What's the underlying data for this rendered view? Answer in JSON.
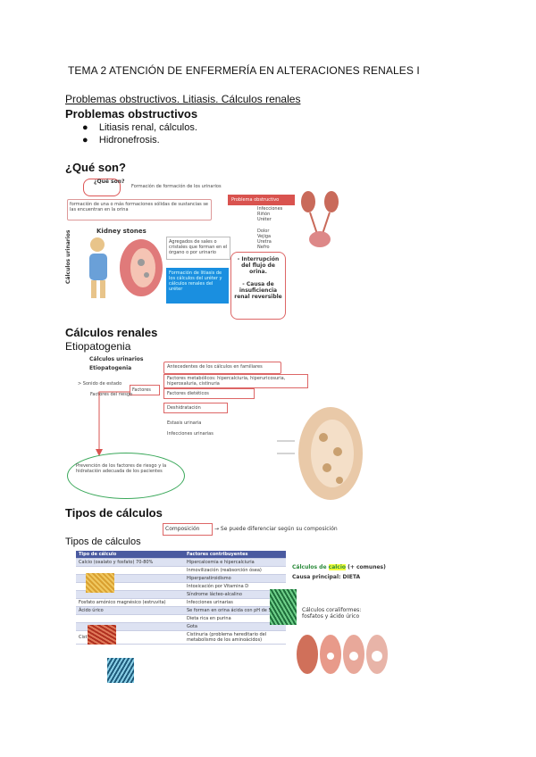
{
  "doc": {
    "title": "TEMA 2 ATENCIÓN DE ENFERMERÍA EN ALTERACIONES RENALES I",
    "subtitle": "Problemas obstructivos. Litiasis. Cálculos renales",
    "section1": "Problemas obstructivos",
    "bullets": [
      "Litiasis renal, cálculos.",
      "Hidronefrosis."
    ],
    "section2": "¿Qué son?",
    "section3": "Cálculos renales",
    "section3_sub": "Etiopatogenia",
    "section4": "Tipos de cálculos"
  },
  "fig1": {
    "que_son": "¿Qué son?",
    "arrow_text": "Formación de formación de los urinarios",
    "box_text": "formación de una o más formaciones sólidas de sustancias se las encuentran en la orina",
    "side_label": "Cálculos urinarios",
    "kidney_title": "Kidney stones",
    "desc1": "Agregados de sales o cristales que forman en el órgano o por urinario",
    "desc_blue": "Formación de litiasis de los cálculos del uréter y cálculos renales del uréter",
    "red_title": "Problema obstructivo",
    "list1": [
      "Infecciones",
      "Riñón",
      "Uréter"
    ],
    "list2": [
      "Dolor",
      "Vejiga",
      "Uretra",
      "Nefro"
    ],
    "right_box": "- Interrupción del flujo de orina.\n\n- Causa de insuficiencia renal reversible"
  },
  "fig2": {
    "heading": "Cálculos urinarios",
    "sub": "Etiopatogenia",
    "left_note": "> Sonido de estado",
    "center": "Factores",
    "line1": "Antecedentes de los cálculos en familiares",
    "line2": "Factores metabólicos: hipercalciuria, hiperuricosuria, hiperoxaluria, cistinuria",
    "line3": "Factores dietéticos",
    "line4": "Deshidratación",
    "line5": "Estasis urinaria",
    "line6": "Infecciones urinarias",
    "factors_label": "Factores del riesgo",
    "ellipse": "Prevención de los factores de riesgo y la hidratación adecuada de los pacientes"
  },
  "fig3": {
    "composicion": "Composición",
    "arrow_note": "→ Se puede diferenciar según su composición",
    "title": "Tipos de cálculos",
    "col1": "Tipo de cálculo",
    "col2": "Factores contribuyentes",
    "rows": [
      [
        "Calcio (oxalato y fosfato) 70-80%",
        "Hipercalcemia e hipercalciuria"
      ],
      [
        "",
        "Inmovilización (reabsorción ósea)"
      ],
      [
        "",
        "Hiperparatiroidismo"
      ],
      [
        "",
        "Intoxicación por Vitamina D"
      ],
      [
        "",
        "Síndrome lácteo-alcalino"
      ],
      [
        "Fosfato amónico magnésico (estruvita)",
        "Infecciones urinarias"
      ],
      [
        "Ácido úrico",
        "Se forman en orina ácida con pH de 5,5"
      ],
      [
        "",
        "Dieta rica en purina"
      ],
      [
        "",
        "Gota"
      ],
      [
        "Cistina",
        "Cistinuria (problema hereditario del metabolismo de los aminoácidos)"
      ]
    ],
    "right1_pre": "Cálculos de ",
    "right1_hl": "calcio",
    "right1_post": " (+ comunes)",
    "right2": "Causa principal: DIETA",
    "right3": "Cálculos coraliformes: fosfatos y ácido úrico"
  },
  "colors": {
    "table_header": "#4a5aa0",
    "table_row_alt": "#dde2f2",
    "red_title": "#d9534f",
    "blue_box": "#1a8fe0",
    "green_ellipse": "#3aa85a",
    "highlight": "#f4ff3a"
  }
}
